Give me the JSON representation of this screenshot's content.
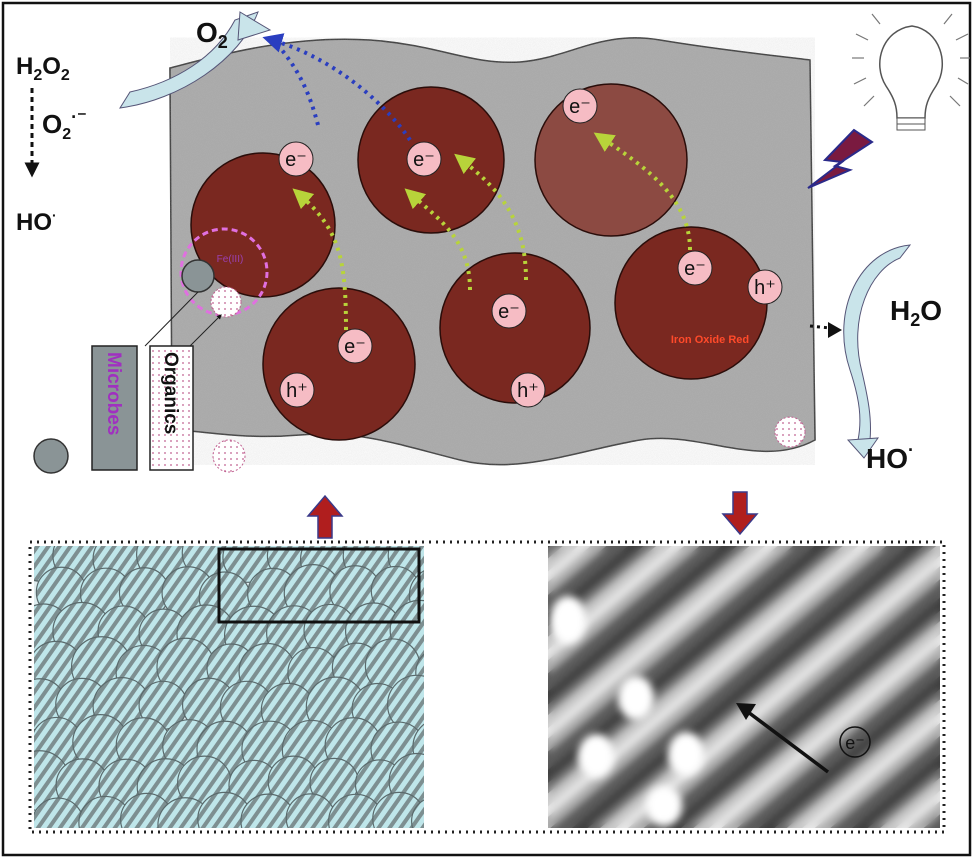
{
  "labels": {
    "h2o2": "H2O2",
    "o2": "O2",
    "superoxide": "O2·⁻",
    "ho_left": "HO·",
    "h2o": "H2O",
    "ho_right": "HO·",
    "microbes": "Microbes",
    "organics": "Organics",
    "particle_name": "Iron Oxide Red",
    "fe_label": "Fe(III)"
  },
  "carriers": {
    "electron": "e⁻",
    "hole": "h⁺"
  },
  "colors": {
    "particle_dark": "#7a2820",
    "particle_light": "#8c4a42",
    "matrix_gray": "#a6a6a6",
    "arrow_yellow": "#b8d43a",
    "arrow_blue": "#2a3ec0",
    "block_arrow_red": "#b01e1e",
    "panel_cyan": "#bfe6ea",
    "microbes_text": "#a030c0",
    "particle_label": "#ff4a2a",
    "pink_carrier": "#f6bcc4"
  },
  "icons": [
    "light-bulb-icon",
    "lightning-icon"
  ]
}
